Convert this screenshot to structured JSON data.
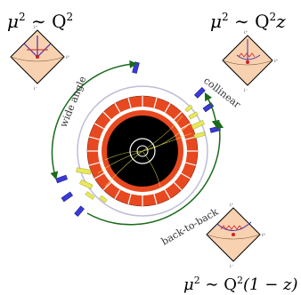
{
  "scales": {
    "wide": {
      "mu": "μ",
      "exp": "2",
      "sim": " ∼ Q",
      "q_exp": "2",
      "tail": ""
    },
    "collinear": {
      "mu": "μ",
      "exp": "2",
      "sim": " ∼ Q",
      "q_exp": "2",
      "tail": "z"
    },
    "back_to_back": {
      "mu": "μ",
      "exp": "2",
      "sim": " ∼ Q",
      "q_exp": "2",
      "tail": "(1 − z)"
    }
  },
  "regions": {
    "wide_angle": "wide angle",
    "collinear": "collinear",
    "back_to_back": "back-to-back"
  },
  "diamond_labels": {
    "top": "i⁺",
    "right": "i⁰",
    "bottom": "i⁻"
  },
  "colors": {
    "arc": "#1a6a1a",
    "calorimeter_ring": "#e8481f",
    "diamond_fill": "#f8d2b0",
    "diamond_edge": "#000000",
    "jet_yellow": "#e8e85a",
    "tick_blue": "#3a3ad8",
    "grid_purple": "#4a2fa8"
  }
}
